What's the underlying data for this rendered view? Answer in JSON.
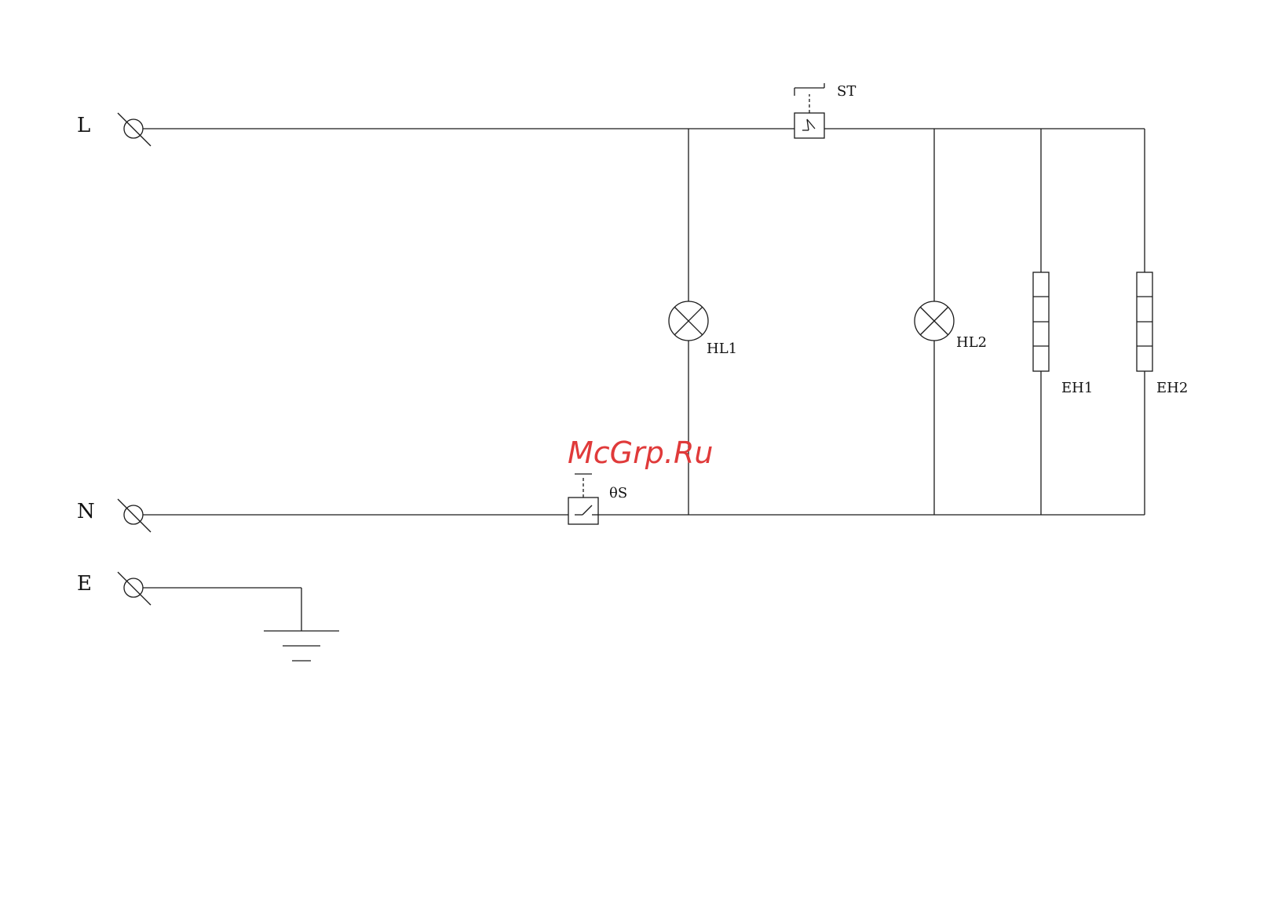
{
  "terminals": {
    "line": "L",
    "neutral": "N",
    "earth": "E"
  },
  "components": {
    "safety_thermostat": "ST",
    "thermostat_switch": "θS",
    "lamp_1": "HL1",
    "lamp_2": "HL2",
    "heater_1": "EH1",
    "heater_2": "EH2"
  },
  "watermark": "McGrp.Ru",
  "colors": {
    "lines": "#1a1a1a",
    "watermark": "#e03a3a"
  }
}
